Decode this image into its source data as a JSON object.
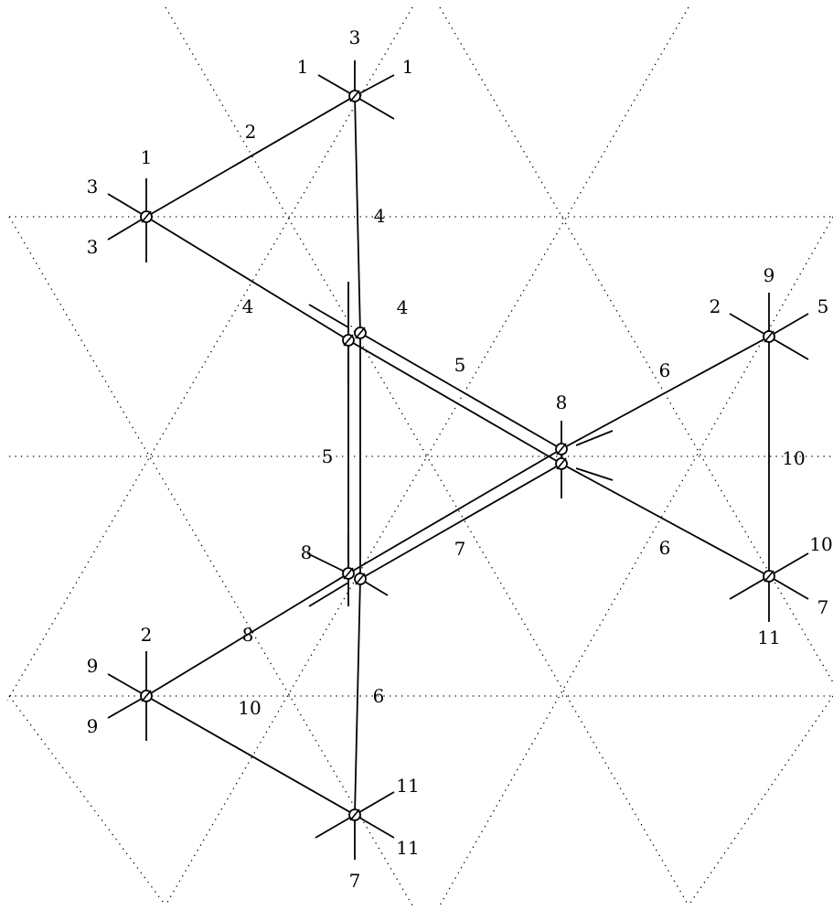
{
  "diagram": {
    "edge_labels": [
      "2",
      "4",
      "4",
      "5",
      "5",
      "6",
      "6",
      "7",
      "8",
      "6",
      "10",
      "10"
    ],
    "vertex_labels": {
      "v1": [
        "1",
        "1",
        "3"
      ],
      "v2": [
        "1",
        "3",
        "3"
      ],
      "v3": [
        "4"
      ],
      "v4": [
        "8"
      ],
      "v5": [
        "9",
        "2",
        "5"
      ],
      "v6": [
        "8"
      ],
      "v7": [
        "10",
        "7",
        "11"
      ],
      "v8": [
        "2",
        "9",
        "9"
      ],
      "v9": [
        "11",
        "11",
        "7"
      ]
    }
  }
}
